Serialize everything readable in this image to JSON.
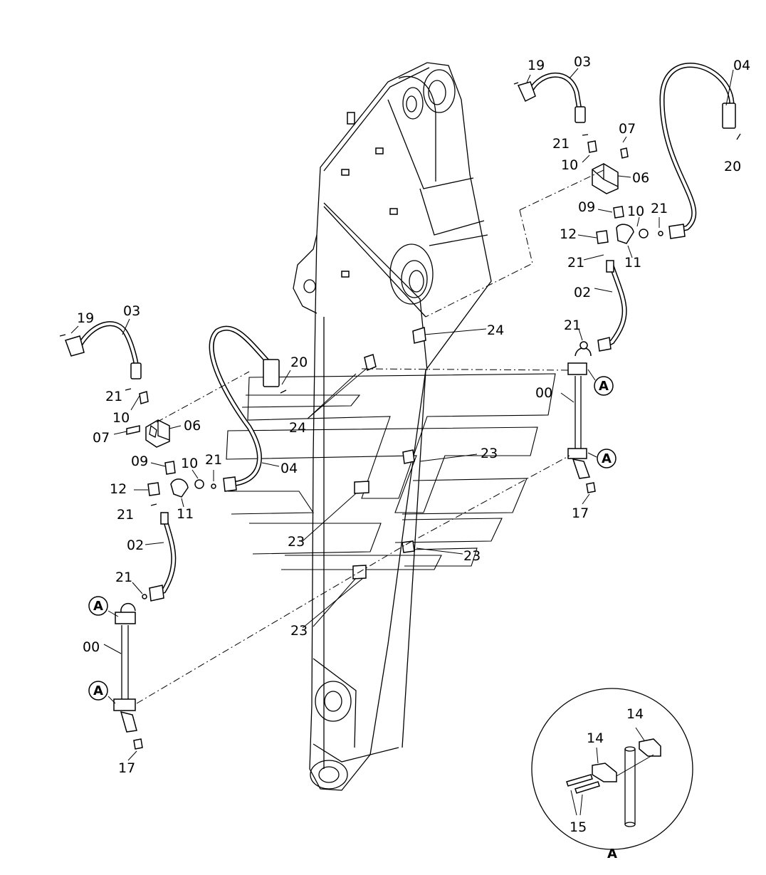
{
  "labels": {
    "r19": "19",
    "r03": "03",
    "r04": "04",
    "r07": "07",
    "r21a": "21",
    "r10a": "10",
    "r06": "06",
    "r09": "09",
    "r10b": "10",
    "r21b": "21",
    "r20": "20",
    "r12": "12",
    "r11": "11",
    "r21c": "21",
    "r02": "02",
    "r21d": "21",
    "r24a": "24",
    "r00": "00",
    "l19": "19",
    "l03": "03",
    "l20": "20",
    "l21a": "21",
    "l10a": "10",
    "l06": "06",
    "l07": "07",
    "l24": "24",
    "l09": "09",
    "l10b": "10",
    "l21b": "21",
    "l04": "04",
    "l12": "12",
    "l21c": "21",
    "l11": "11",
    "l02": "02",
    "l21d": "21",
    "l00": "00",
    "l17": "17",
    "r17": "17",
    "c23a": "23",
    "c23b": "23",
    "c23c": "23",
    "c23d": "23",
    "d14a": "14",
    "d14b": "14",
    "d15": "15"
  },
  "callouts": {
    "a1": "A",
    "a2": "A",
    "a3": "A",
    "a4": "A",
    "detail": "A"
  }
}
